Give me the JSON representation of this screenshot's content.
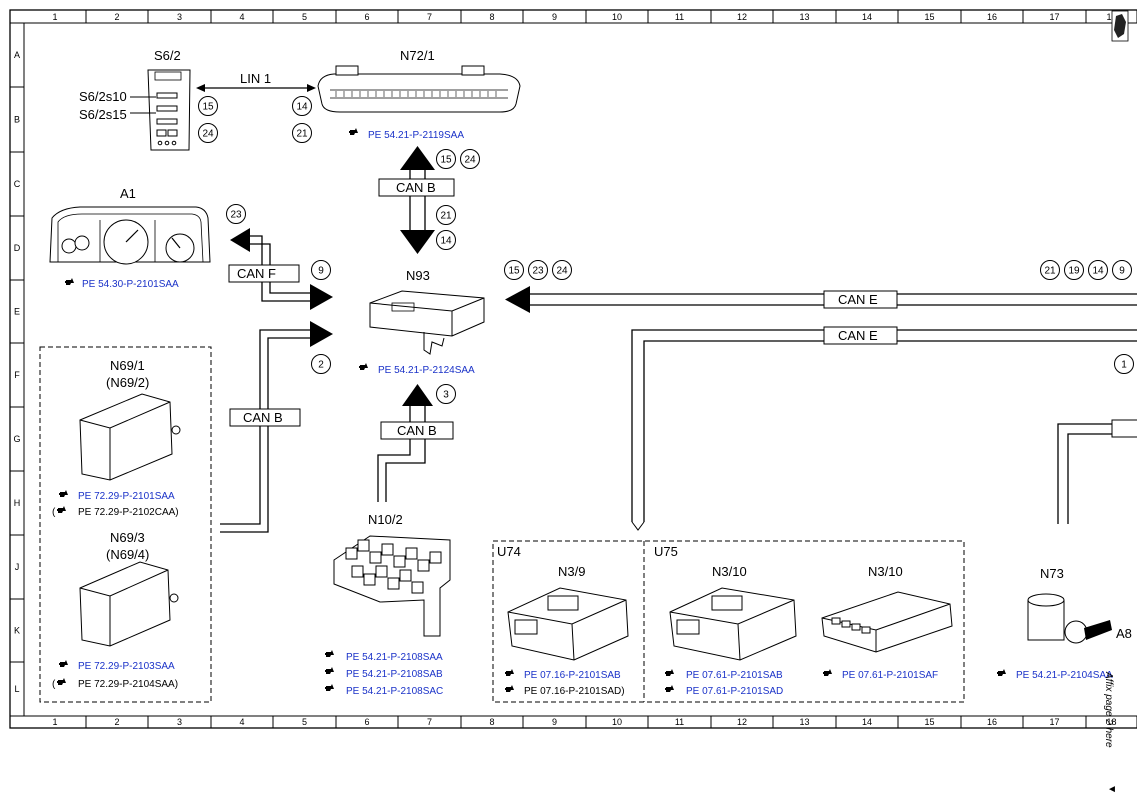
{
  "grid": {
    "columns": [
      "1",
      "2",
      "3",
      "4",
      "5",
      "6",
      "7",
      "8",
      "9",
      "10",
      "11",
      "12",
      "13",
      "14",
      "15",
      "16",
      "17",
      "18"
    ],
    "rows": [
      "A",
      "B",
      "C",
      "D",
      "E",
      "F",
      "G",
      "H",
      "J",
      "K",
      "L"
    ]
  },
  "components": {
    "s6_2": "S6/2",
    "s6_2s10": "S6/2s10",
    "s6_2s15": "S6/2s15",
    "n72_1": "N72/1",
    "a1": "A1",
    "n93": "N93",
    "n69_1": "N69/1",
    "n69_2": "(N69/2)",
    "n69_3": "N69/3",
    "n69_4": "(N69/4)",
    "n10_2": "N10/2",
    "u74": "U74",
    "u75": "U75",
    "n3_9": "N3/9",
    "n3_10a": "N3/10",
    "n3_10b": "N3/10",
    "n73": "N73",
    "a8": "A8"
  },
  "buses": {
    "lin1": "LIN 1",
    "canb_top": "CAN B",
    "canf": "CAN F",
    "cane_1": "CAN E",
    "cane_2": "CAN E",
    "canb_left": "CAN B",
    "canb_bottom": "CAN B"
  },
  "circles": {
    "s15": "15",
    "s24": "24",
    "s14": "14",
    "s21": "21",
    "t15": "15",
    "t24": "24",
    "t21": "21",
    "t14": "14",
    "a23": "23",
    "f9": "9",
    "l2": "2",
    "b3": "3",
    "e15": "15",
    "e23": "23",
    "e24": "24",
    "r21": "21",
    "r19": "19",
    "r14": "14",
    "r9": "9",
    "rf1": "1"
  },
  "refs": {
    "n72": "PE 54.21-P-2119SAA",
    "a1": "PE 54.30-P-2101SAA",
    "n93": "PE 54.21-P-2124SAA",
    "n69_1": "PE 72.29-P-2101SAA",
    "n69_2": "PE 72.29-P-2102CAA)",
    "n69_3": "PE 72.29-P-2103SAA",
    "n69_4": "PE 72.29-P-2104SAA)",
    "n10_a": "PE 54.21-P-2108SAA",
    "n10_b": "PE 54.21-P-2108SAB",
    "n10_c": "PE 54.21-P-2108SAC",
    "u74_a": "PE 07.16-P-2101SAB",
    "u74_b": "PE 07.16-P-2101SAD)",
    "u75_a": "PE 07.61-P-2101SAB",
    "u75_b": "PE 07.61-P-2101SAD",
    "u75_c": "PE 07.61-P-2101SAF",
    "n73": "PE 54.21-P-2104SAA"
  },
  "open_paren": "(",
  "affix_note": "Affix page 2 here",
  "affix_arrow": "◄"
}
